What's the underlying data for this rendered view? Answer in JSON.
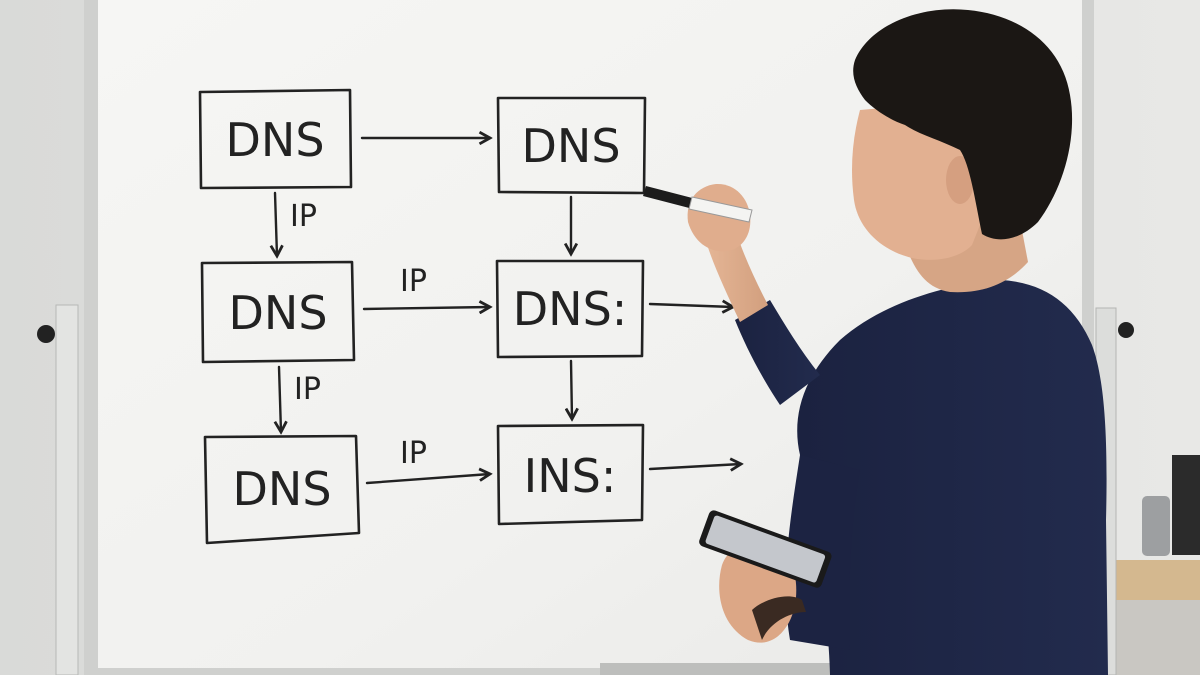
{
  "diagram": {
    "boxes": [
      {
        "label": "DNS"
      },
      {
        "label": "DNS"
      },
      {
        "label": "DNS"
      },
      {
        "label": "DNS:"
      },
      {
        "label": "DNS"
      },
      {
        "label": "INS:"
      }
    ],
    "arrow_labels": [
      {
        "label": "IP"
      },
      {
        "label": "IP"
      },
      {
        "label": "IP"
      },
      {
        "label": "IP"
      }
    ]
  }
}
